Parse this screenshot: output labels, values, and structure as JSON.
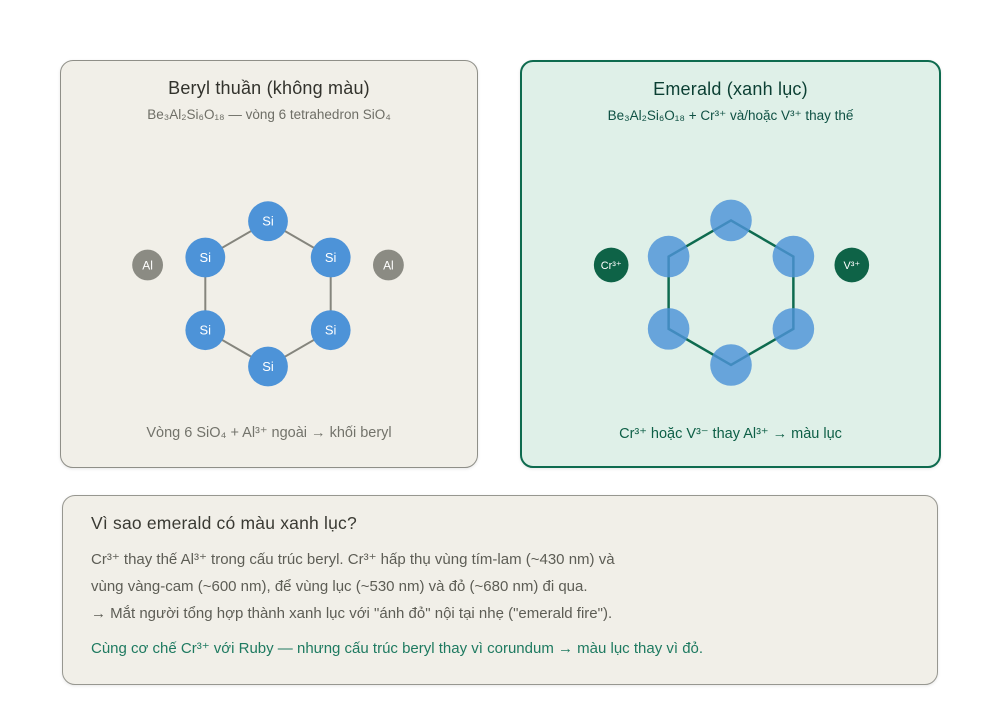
{
  "beryl_panel": {
    "title": "Beryl thuần (không màu)",
    "subtitle": "Be₃Al₂Si₆O₁₈ — vòng 6 tetrahedron SiO₄",
    "caption": "Vòng 6 SiO₄ + Al³⁺ ngoài  →  khối beryl",
    "si_label": "Si",
    "al_label": "Al",
    "colors": {
      "panel_bg": "#f1efe8",
      "panel_border": "#8f8f88",
      "si_fill": "#4d93d8",
      "al_fill": "#8b8b83",
      "bond": "#85857d"
    }
  },
  "emerald_panel": {
    "title": "Emerald (xanh lục)",
    "subtitle": "Be₃Al₂Si₆O₁₈ + Cr³⁺ và/hoặc V³⁺ thay thế",
    "caption": "Cr³⁺ hoặc V³⁻ thay Al³⁺  →  màu lục",
    "cr_label": "Cr³⁺",
    "v_label": "V³⁺",
    "colors": {
      "panel_bg": "#dff0e8",
      "panel_border": "#0e6b4f",
      "si_fill": "#4d93d8",
      "dopant_fill": "#0e6347",
      "bond": "#0e6b4f"
    }
  },
  "explainer_panel": {
    "title": "Vì sao emerald có màu xanh lục?",
    "lines": [
      "Cr³⁺ thay thế Al³⁺ trong cấu trúc beryl. Cr³⁺ hấp thụ vùng tím-lam (~430 nm) và",
      "vùng vàng-cam (~600 nm), để vùng lục (~530 nm) và đỏ (~680 nm) đi qua.",
      "→  Mắt người tổng hợp thành xanh lục với \"ánh đỏ\" nội tại nhẹ (\"emerald fire\")."
    ],
    "highlight": "Cùng cơ chế Cr³⁺ với Ruby — nhưng cấu trúc beryl thay vì corundum  →  màu lục thay vì đỏ.",
    "colors": {
      "panel_bg": "#f1efe8",
      "panel_border": "#979790",
      "body_text": "#5d5d55",
      "highlight_text": "#1e7a60"
    }
  }
}
